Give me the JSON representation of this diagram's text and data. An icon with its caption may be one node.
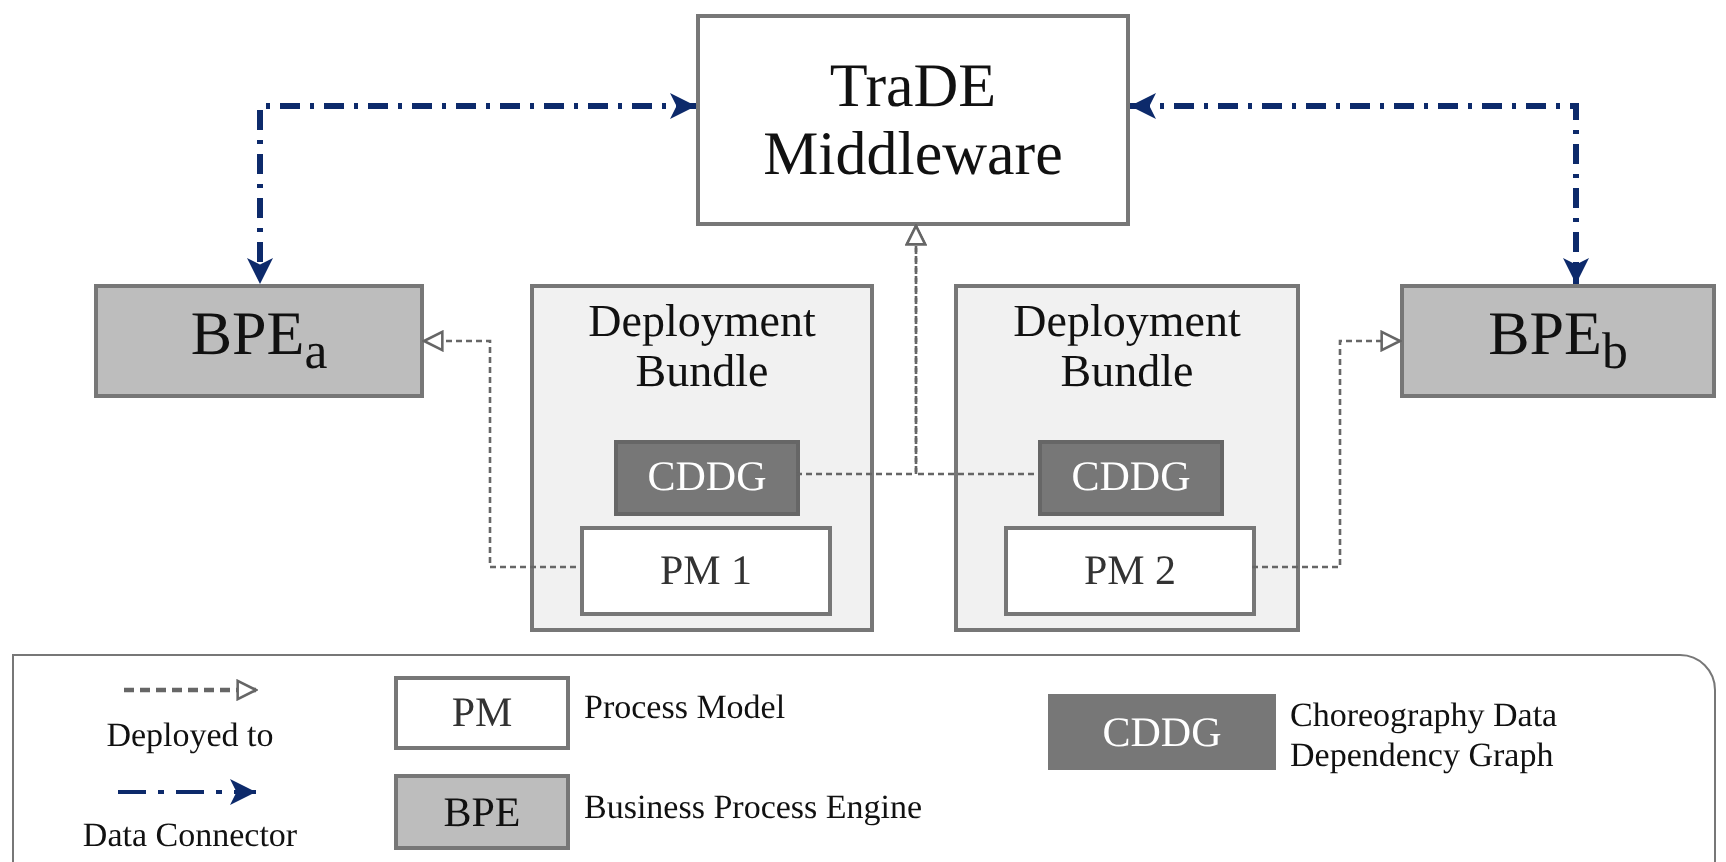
{
  "diagram": {
    "nodes": [
      {
        "text": [
          "TraDE Middleware"
        ]
      },
      {
        "text": [
          "BPE$_{a}$"
        ]
      },
      {
        "text": [
          "Deployment Bundle"
        ]
      },
      {
        "text": [
          "CDDG"
        ],
        "in": 2
      },
      {
        "text": [
          "PM 1"
        ],
        "in": 2
      },
      {
        "text": [
          "Deployment Bundle"
        ]
      },
      {
        "text": [
          "CDDG"
        ],
        "in": 5
      },
      {
        "text": [
          "PM 2"
        ],
        "in": 5
      },
      {
        "text": [
          "BPE$_{b}$"
        ]
      }
    ],
    "edges": [
      {
        "from": 0,
        "to": 1,
        "arrow": "both",
        "style": "dashed",
        "color": "#0d2a6b"
      },
      {
        "from": 0,
        "to": 8,
        "arrow": "both",
        "style": "dashed",
        "color": "#0d2a6b"
      },
      {
        "from": 3,
        "to": 0,
        "arrow": "to"
      },
      {
        "from": 6,
        "to": 0,
        "arrow": "to"
      },
      {
        "from": 4,
        "to": 1,
        "arrow": "to"
      },
      {
        "from": 7,
        "to": 8,
        "arrow": "to"
      }
    ],
    "labels": [
      "PM",
      "CDDG",
      "BPE"
    ],
    "legend": [
      {
        "text": "Deployed to"
      },
      {
        "text": "Data Connector"
      },
      {
        "text": "Process Model"
      },
      {
        "text": "Choreography Data Dependency Graph"
      },
      {
        "text": "Business Process Engine"
      }
    ]
  }
}
